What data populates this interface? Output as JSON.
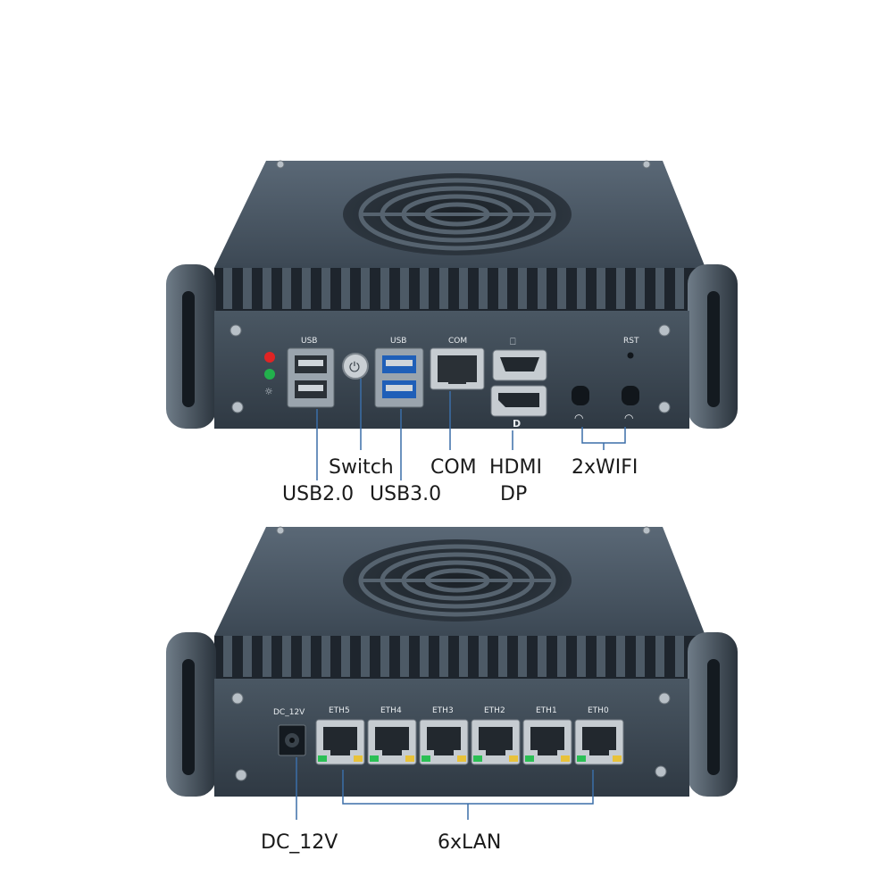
{
  "image": {
    "subject": "mini-pc-front-and-rear-port-diagram",
    "colors": {
      "chassis": "#3d4a57",
      "chassis_dark": "#1e252d",
      "callout_line": "#3b6ea8",
      "led_red": "#e02424",
      "led_green": "#22b14c"
    }
  },
  "front_panel": {
    "port_labels": {
      "usb2": "USB",
      "usb3": "USB",
      "com": "COM",
      "rst": "RST"
    },
    "callouts": {
      "switch": "Switch",
      "com": "COM",
      "hdmi": "HDMI",
      "wifi": "2xWIFI",
      "usb2": "USB2.0",
      "usb3": "USB3.0",
      "dp": "DP"
    }
  },
  "rear_panel": {
    "port_labels": {
      "dc": "DC_12V",
      "eth": [
        "ETH5",
        "ETH4",
        "ETH3",
        "ETH2",
        "ETH1",
        "ETH0"
      ]
    },
    "callouts": {
      "dc": "DC_12V",
      "lan": "6xLAN"
    }
  }
}
